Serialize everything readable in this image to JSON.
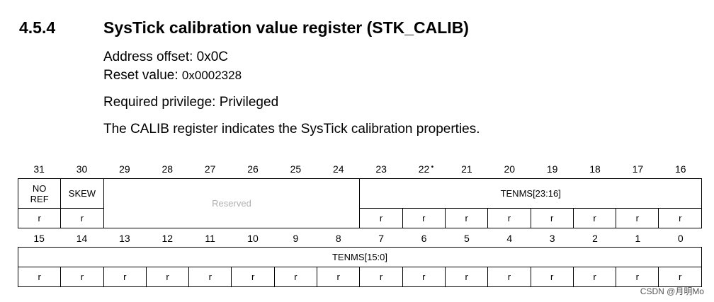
{
  "section": {
    "number": "4.5.4",
    "title": "SysTick calibration value register (STK_CALIB)"
  },
  "paragraphs": {
    "address_offset": "Address offset: 0x0C",
    "reset_value_label": "Reset value:",
    "reset_value": "0x0002328",
    "privilege": "Required privilege: Privileged",
    "description": "The CALIB register indicates the SysTick calibration properties."
  },
  "register": {
    "top_bits": [
      "31",
      "30",
      "29",
      "28",
      "27",
      "26",
      "25",
      "24",
      "23",
      "22",
      "21",
      "20",
      "19",
      "18",
      "17",
      "16"
    ],
    "bottom_bits": [
      "15",
      "14",
      "13",
      "12",
      "11",
      "10",
      "9",
      "8",
      "7",
      "6",
      "5",
      "4",
      "3",
      "2",
      "1",
      "0"
    ],
    "top_bit_22_marker": "•",
    "fields_top": {
      "noref": "NO REF",
      "skew": "SKEW",
      "reserved": "Reserved",
      "tenms_high": "TENMS[23:16]"
    },
    "fields_bottom": {
      "tenms_low": "TENMS[15:0]"
    },
    "access": "r"
  },
  "watermark": "CSDN @月明Mo"
}
